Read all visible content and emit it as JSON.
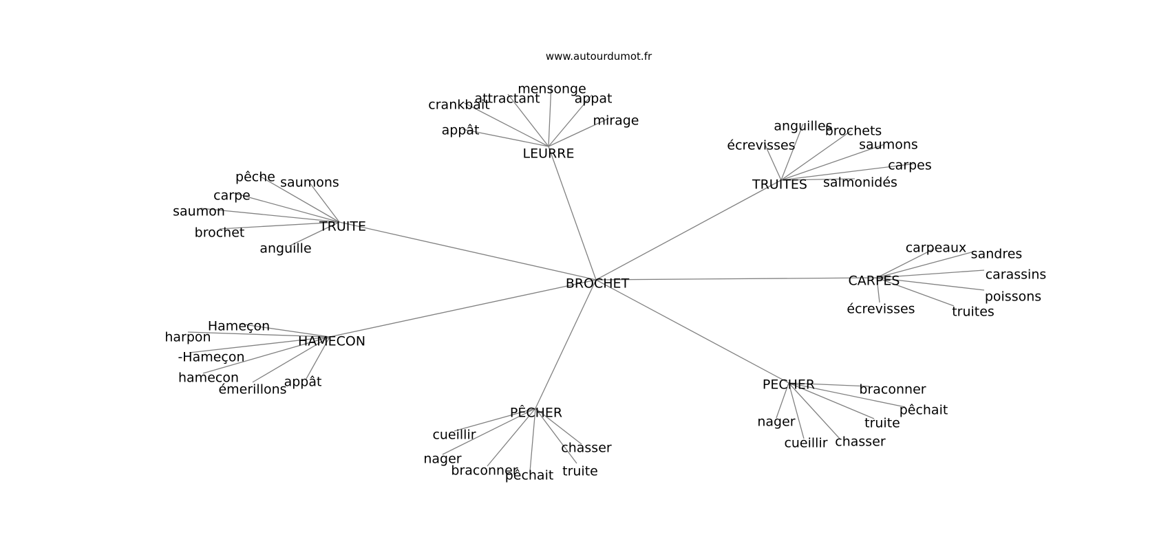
{
  "source": "www.autourdumot.fr",
  "center": "BROCHET",
  "hubs": [
    {
      "id": "leurre",
      "label": "LEURRE",
      "leaves": [
        "crankbait",
        "attractant",
        "mensonge",
        "appat",
        "mirage",
        "appât"
      ]
    },
    {
      "id": "truites",
      "label": "TRUITES",
      "leaves": [
        "écrevisses",
        "anguilles",
        "brochets",
        "saumons",
        "carpes",
        "salmonidés"
      ]
    },
    {
      "id": "truite",
      "label": "TRUITE",
      "leaves": [
        "pêche",
        "saumons",
        "carpe",
        "saumon",
        "brochet",
        "anguille"
      ]
    },
    {
      "id": "carpes",
      "label": "CARPES",
      "leaves": [
        "carpeaux",
        "sandres",
        "carassins",
        "poissons",
        "truites",
        "écrevisses"
      ]
    },
    {
      "id": "hamecon",
      "label": "HAMECON",
      "leaves": [
        "Hameçon",
        "harpon",
        "-Hameçon",
        "hamecon",
        "émerillons",
        "appât"
      ]
    },
    {
      "id": "pecher",
      "label": "PECHER",
      "leaves": [
        "braconner",
        "pêchait",
        "truite",
        "chasser",
        "cueillir",
        "nager"
      ]
    },
    {
      "id": "pecher-accent",
      "label": "PÊCHER",
      "leaves": [
        "cueillir",
        "nager",
        "braconner",
        "pêchait",
        "truite",
        "chasser"
      ]
    }
  ]
}
